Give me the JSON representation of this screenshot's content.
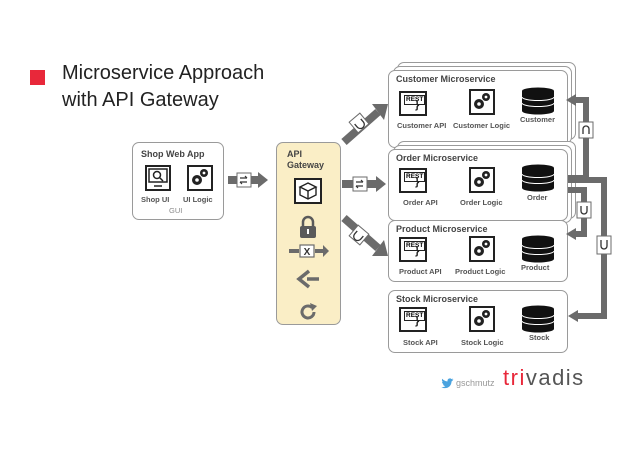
{
  "title": {
    "line1": "Microservice Approach",
    "line2": "with API Gateway"
  },
  "shop": {
    "title": "Shop Web App",
    "ui_label": "Shop UI",
    "logic_label": "UI Logic",
    "gui_label": "GUI"
  },
  "gateway": {
    "title_line1": "API",
    "title_line2": "Gateway"
  },
  "services": {
    "customer": {
      "title": "Customer Microservice",
      "api": "Customer API",
      "logic": "Customer Logic",
      "db": "Customer"
    },
    "order": {
      "title": "Order Microservice",
      "api": "Order API",
      "logic": "Order Logic",
      "db": "Order"
    },
    "product": {
      "title": "Product Microservice",
      "api": "Product API",
      "logic": "Product Logic",
      "db": "Product"
    },
    "stock": {
      "title": "Stock Microservice",
      "api": "Stock API",
      "logic": "Stock Logic",
      "db": "Stock"
    }
  },
  "rest_tag": "REST",
  "footer": {
    "handle": "gschmutz",
    "brand_prefix": "tri",
    "brand_suffix": "vadis"
  },
  "colors": {
    "accent_red": "#e8283a",
    "gateway_bg": "#faeec6",
    "arrow_gray": "#6b6b6b",
    "twitter_blue": "#4aa3df"
  }
}
